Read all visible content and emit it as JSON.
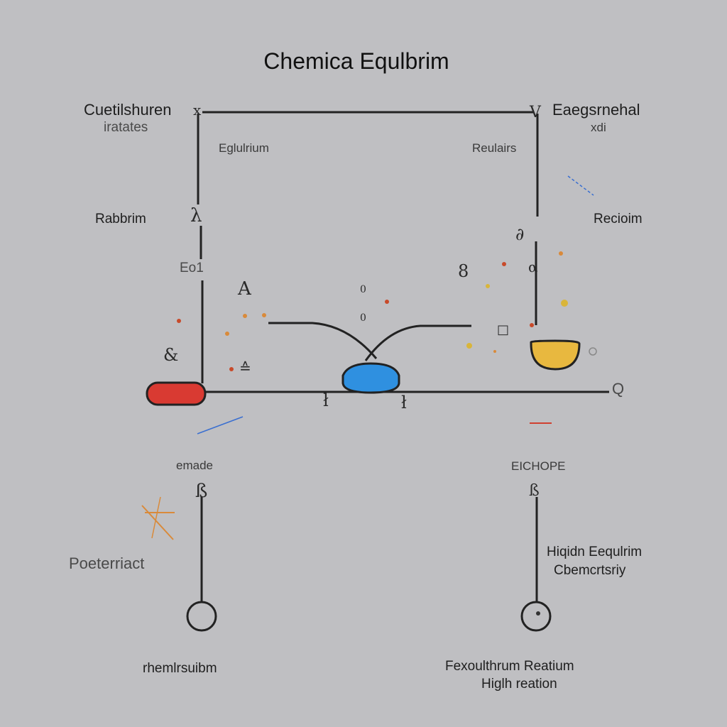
{
  "title": "Chemica Equlbrim",
  "labels": {
    "top_left_line1": "Cuetilshuren",
    "top_left_line2": "iratates",
    "top_right_line1": "Eaegsrnehal",
    "top_right_line2": "xdi",
    "inner_left": "Eglulrium",
    "inner_right": "Reulairs",
    "mid_left": "Rabbrim",
    "mid_right": "Recioim",
    "left_small": "Eo1",
    "lower_left_top": "emade",
    "lower_right_top": "EICHOPE",
    "lower_left_side": "Poeterriact",
    "lower_right_side_line1": "Hiqidn Eequlrim",
    "lower_right_side_line2": "Cbemcrtsriy",
    "bottom_left": "rhemlrsuibm",
    "bottom_right_line1": "Fexoulthrum Reatium",
    "bottom_right_line2": "Higlh reation",
    "axis_end": "Q"
  },
  "colors": {
    "background": "#bfbfc2",
    "line": "#222222",
    "reactant_dish": "#d93a32",
    "center_dish": "#2f90e0",
    "product_dish": "#e8b83f",
    "particle_orange": "#d98a3a",
    "particle_red": "#c84a2a",
    "particle_yellow": "#d9b53a"
  }
}
